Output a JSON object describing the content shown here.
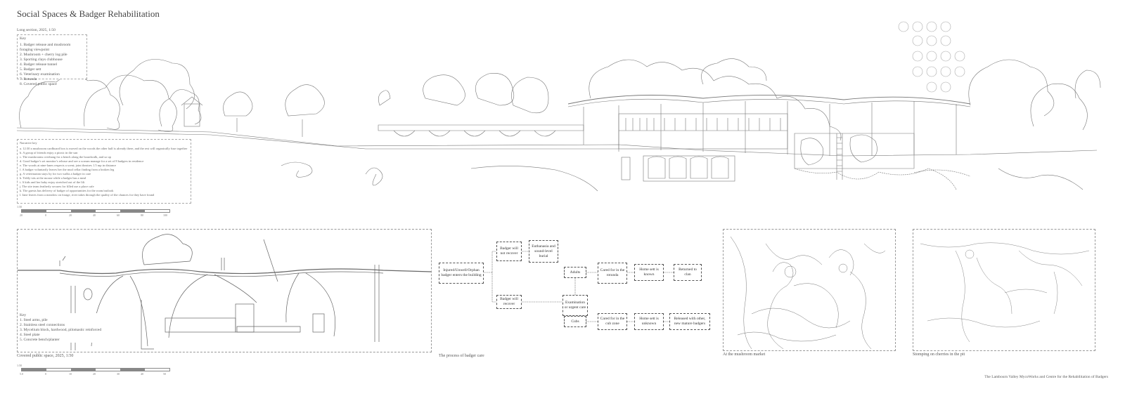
{
  "title": "Social Spaces & Badger Rehabilitation",
  "long_section": {
    "label": "Long section, 2025, 1:50",
    "key_heading": "Key",
    "key_items": [
      "1. Badger release and mushroom foraging viewpoint",
      "2. Mushroom + cherry log pile",
      "3. Sporting clays clubhouse",
      "4. Badger release tunnel",
      "5. Badger sett",
      "6. Veterinary examination",
      "7. Rotunda",
      "8. Covered public space"
    ],
    "notes_heading": "Narrative key",
    "notes": [
      "a. 12:30 a mushroom cardboard box is moved on the woods the other half is already there, and the rest will organically fuse together",
      "b. A group of friends enjoy a picnic in the sun",
      "c. The mushrooms overhang for a bench along the boardwalk, and so up",
      "d. Good badger's set monitor's release and see a scream manage for a set of 8 badgers in residence",
      "e. The woods at nine-lanes respects a scent; joint theatres 1.5 mp in distance",
      "f. A badger voluntarily leaves her the mud cellar finding from a broken leg",
      "g. A veterinarian stays by for two walks a badger in care",
      "h. Tidily-sits at the mouse while a badger has a meal",
      "i. A kids and her baby enjoy stretched out of the lilt",
      "j. The site team featherly secures for filled use a place cafe",
      "k. The guests has delivery of badger of opportunities for the room/outlook",
      "l. Jane leaves from a meadow on forage, river takes through the quality of the chances for they have found"
    ],
    "scale_label": "1:50",
    "scale_ticks": [
      "20",
      "0",
      "20",
      "40",
      "60",
      "80",
      "100"
    ]
  },
  "covered_section": {
    "label": "Covered public space, 2025, 1:50",
    "key_heading": "Key",
    "key_items": [
      "1. Steel arms, pile",
      "2. Stainless steel connections",
      "3. Mycelium block, hardwood, pilomastic reinforced",
      "4. Steel plate",
      "5. Concrete bench/planter"
    ],
    "scale_label": "1:50",
    "scale_ticks": [
      "5.0",
      "0",
      "10",
      "20",
      "30",
      "40",
      "50"
    ]
  },
  "flow": {
    "caption": "The process of badger care",
    "boxes": {
      "entry": "Injured/Unwell/Orphan badger enters the building",
      "will_not_recover": "Badger will not recover",
      "euthanasia": "Euthanasia and sound-level burial",
      "will_recover": "Badger will recover",
      "exam": "Examination or urgent care",
      "adults": "Adults",
      "cubs": "Cubs",
      "cared_rotunda": "Cared for in the rotunda",
      "cared_cub": "Cared for in the cub zone",
      "sett_known": "Home sett is known",
      "sett_unknown": "Home sett is unknown",
      "returned": "Returned to clan",
      "released": "Released with other, new mature badgers"
    }
  },
  "vignettes": {
    "market": "At the mushroom market",
    "stomping": "Stomping on cherries in the pit"
  },
  "footer": "The Lambourn Valley MycoWorks and Centre for the Rehabilitation of Badgers"
}
